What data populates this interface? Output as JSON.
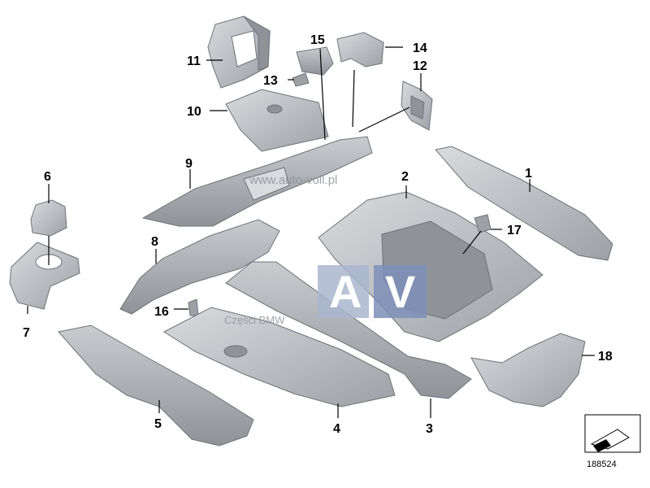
{
  "diagram": {
    "callouts": [
      "1",
      "2",
      "3",
      "4",
      "5",
      "6",
      "7",
      "8",
      "9",
      "10",
      "11",
      "12",
      "13",
      "14",
      "15",
      "16",
      "17",
      "18"
    ],
    "diagram_id": "188524",
    "watermark_url": "www.auto-voll.pl",
    "watermark_logo_left": "A",
    "watermark_logo_right": "V",
    "watermark_caption": "Części BMW",
    "colors": {
      "part_fill": "#b9bcc1",
      "part_dark": "#8f9398",
      "part_light": "#d9dbde",
      "logo_left": "#a9b6cf",
      "logo_right": "#7d8fb8"
    }
  }
}
